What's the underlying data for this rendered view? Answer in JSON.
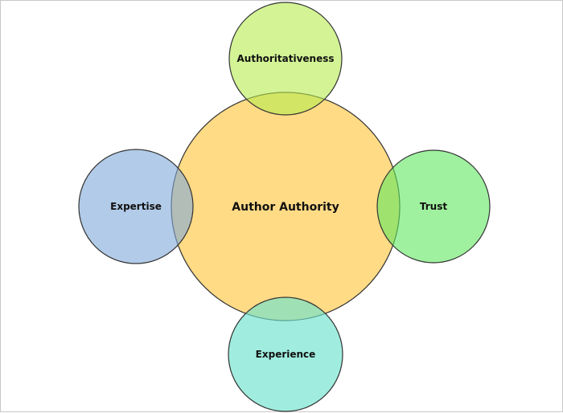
{
  "diagram": {
    "center": {
      "label": "Author Authority",
      "color": "#FFD97F"
    },
    "satellites": [
      {
        "key": "top",
        "label": "Authoritativeness",
        "color": "#C6F07A"
      },
      {
        "key": "left",
        "label": "Expertise",
        "color": "#A7C5E8"
      },
      {
        "key": "right",
        "label": "Trust",
        "color": "#8FF08F"
      },
      {
        "key": "bottom",
        "label": "Experience",
        "color": "#9BEDDD"
      }
    ],
    "stroke_color": "#333333"
  }
}
